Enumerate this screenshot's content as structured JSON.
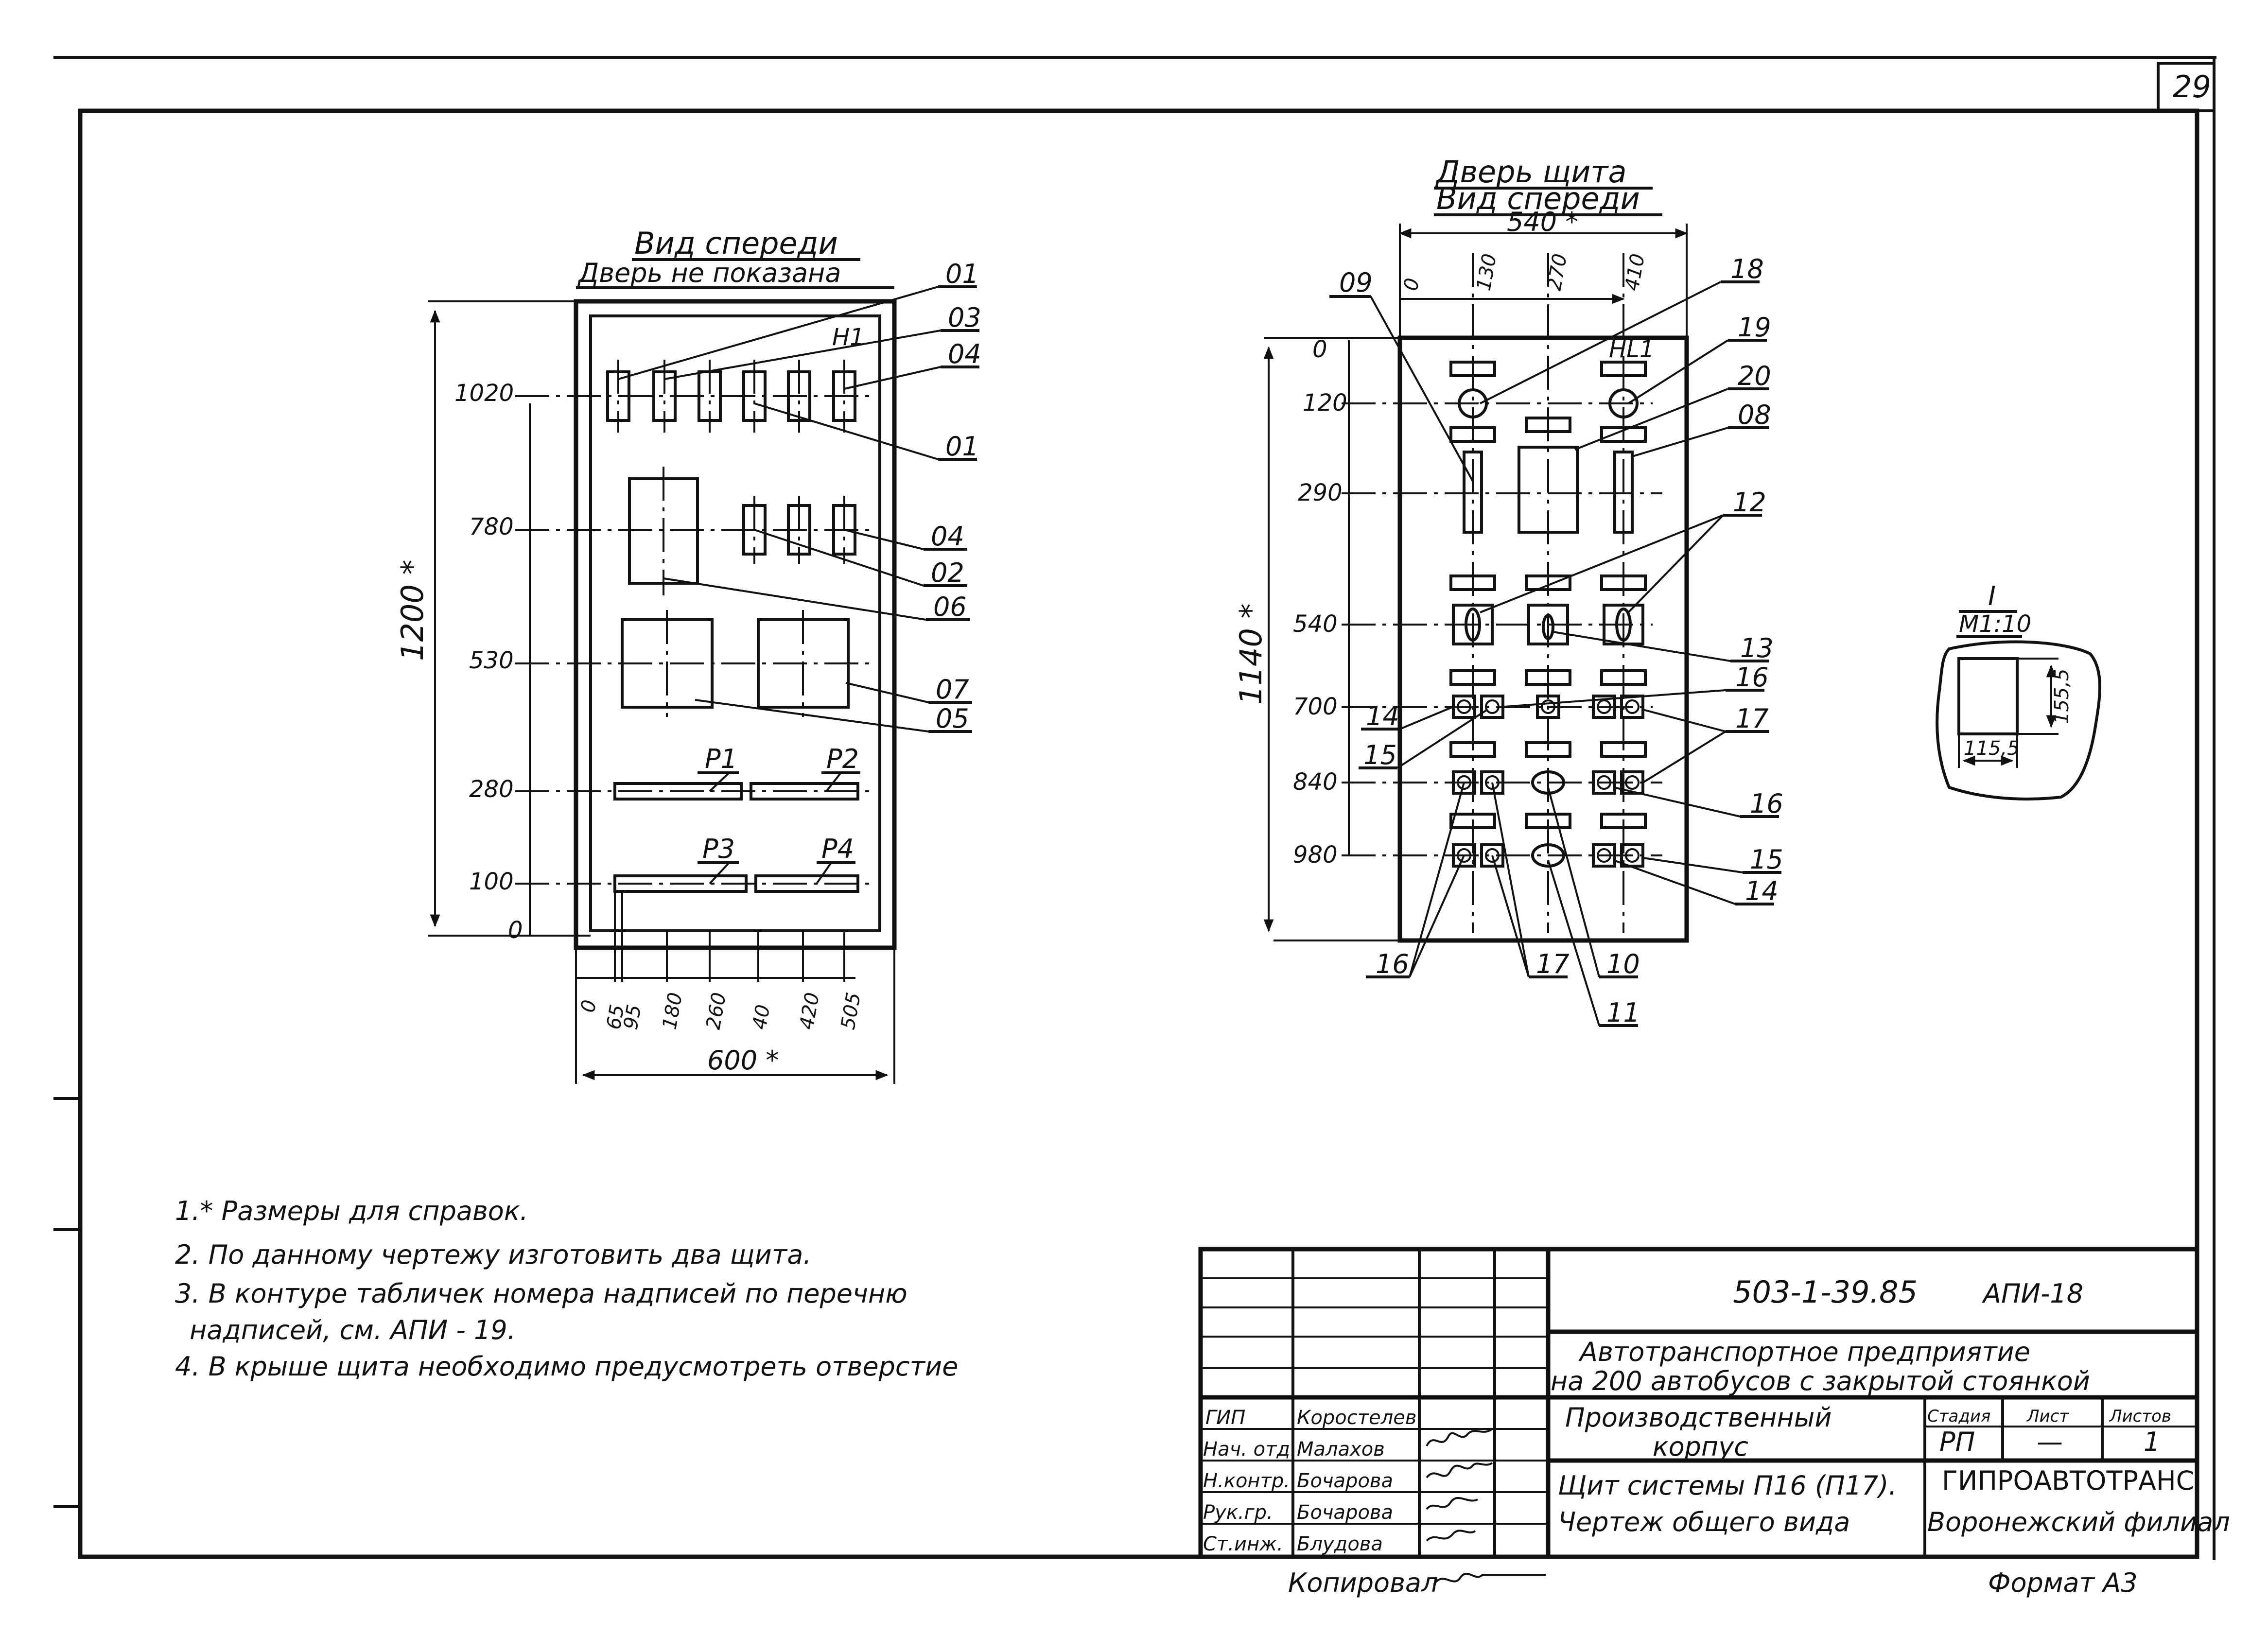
{
  "sheet": {
    "page_number": "29",
    "format": "Формат А3",
    "copied_by": "Копировал"
  },
  "front_view": {
    "title1": "Вид спереди",
    "title2": "Дверь не показана",
    "dims_vertical": [
      "1020",
      "780",
      "530",
      "280",
      "100",
      "0"
    ],
    "dims_horizontal": [
      "0",
      "65",
      "95",
      "180",
      "260",
      "40",
      "420",
      "505"
    ],
    "overall_height": "1200 *",
    "overall_width": "600 *",
    "label_h1": "Н1",
    "callouts": [
      "01",
      "03",
      "04",
      "01",
      "04",
      "02",
      "06",
      "07",
      "05"
    ],
    "rails": [
      "Р1",
      "Р2",
      "Р3",
      "Р4"
    ]
  },
  "door_view": {
    "title1": "Дверь щита",
    "title2": "Вид спереди",
    "width": "540 *",
    "dims_top": [
      "0",
      "130",
      "270",
      "410"
    ],
    "dims_vertical": [
      "0",
      "120",
      "290",
      "540",
      "700",
      "840",
      "980"
    ],
    "overall_height": "1140 *",
    "label_hl": "НL1",
    "callouts": [
      "09",
      "18",
      "19",
      "20",
      "08",
      "12",
      "13",
      "16",
      "17",
      "14",
      "15",
      "16",
      "15",
      "14",
      "16",
      "17",
      "10",
      "11"
    ]
  },
  "detail": {
    "title": "I",
    "scale": "М1:10",
    "dim_h": "155,5",
    "dim_w": "115,5"
  },
  "notes": [
    "1.* Размеры для справок.",
    "2. По данному чертежу изготовить два щита.",
    "3. В контуре табличек номера надписей по перечню",
    "надписей,   см.     АПИ - 19.",
    "4. В крыше щита необходимо предусмотреть отверстие"
  ],
  "title_block": {
    "code": "503-1-39.85",
    "sheet_code": "АПИ-18",
    "project1": "Автотранспортное предприятие",
    "project2": "на 200 автобусов с закрытой стоянкой",
    "building1": "Производственный",
    "building2": "корпус",
    "stage_h": "Стадия",
    "sheet_h": "Лист",
    "sheets_h": "Листов",
    "stage": "РП",
    "sheet": "—",
    "sheets": "1",
    "drawing1": "Щит системы П16  (П17).",
    "drawing2": "Чертеж общего вида",
    "org1": "ГИПРОАВТОТРАНС",
    "org2": "Воронежский филиал",
    "roles": [
      "ГИП",
      "Нач. отд.",
      "Н.контр.",
      "Рук.гр.",
      "Ст.инж."
    ],
    "names": [
      "Коростелев",
      "Малахов",
      "Бочарова",
      "Бочарова",
      "Блудова"
    ]
  }
}
